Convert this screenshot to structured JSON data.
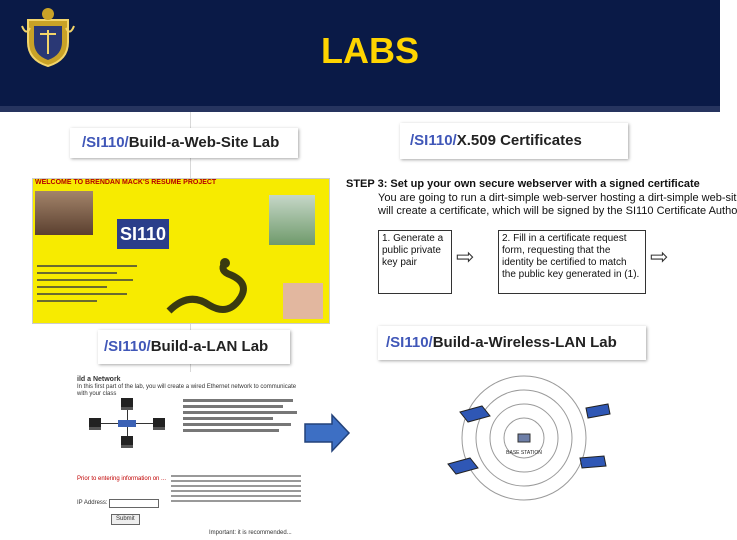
{
  "slide": {
    "title": "LABS"
  },
  "labs": {
    "web": {
      "prefix": "/SI110/",
      "name": "Build-a-Web-Site Lab"
    },
    "x509": {
      "prefix": "/SI110/",
      "name": "X.509 Certificates"
    },
    "lan": {
      "prefix": "/SI110/",
      "name": "Build-a-LAN Lab"
    },
    "wlan": {
      "prefix": "/SI110/",
      "name": "Build-a-Wireless-LAN Lab"
    }
  },
  "web_shot": {
    "banner": "WELCOME TO BRENDAN MACK'S RESUME PROJECT",
    "logo": "SI110"
  },
  "x509_step": {
    "heading": "STEP 3: Set up your own secure webserver with a signed certificate",
    "desc_line1": "You are going to run a dirt-simple web-server hosting a dirt-simple web-sit",
    "desc_line2": "will create a certificate, which will be signed by the SI110 Certificate Autho",
    "box1": "1. Generate a public private key pair",
    "box2": "2. Fill in a certificate request form, requesting that the identity be certified to match the public key generated in (1)."
  },
  "lan_doc": {
    "heading": "ild a Network",
    "intro": "In this first part of the lab, you will create a wired Ethernet network to communicate with your class",
    "red_text": "Prior to entering information on ...",
    "ip_label": "IP Address:",
    "submit": "Submit",
    "bottom_note": "Important: it is recommended..."
  },
  "wifi_diagram": {
    "base_label": "BASE STATION"
  }
}
